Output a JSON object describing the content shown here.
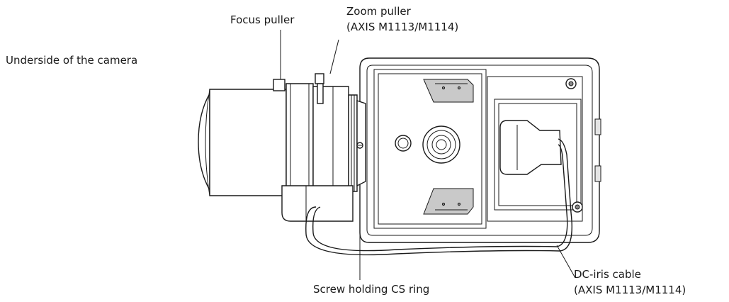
{
  "labels": {
    "underside": "Underside of the camera",
    "focus_puller": "Focus puller",
    "zoom_puller_line1": "Zoom puller",
    "zoom_puller_line2": "(AXIS M1113/M1114)",
    "screw_cs_ring": "Screw holding CS ring",
    "dc_iris_line1": "DC-iris cable",
    "dc_iris_line2": "(AXIS M1113/M1114)"
  },
  "colors": {
    "line": "#1a1a1a",
    "shade": "#c9c9c9",
    "background": "#ffffff"
  }
}
